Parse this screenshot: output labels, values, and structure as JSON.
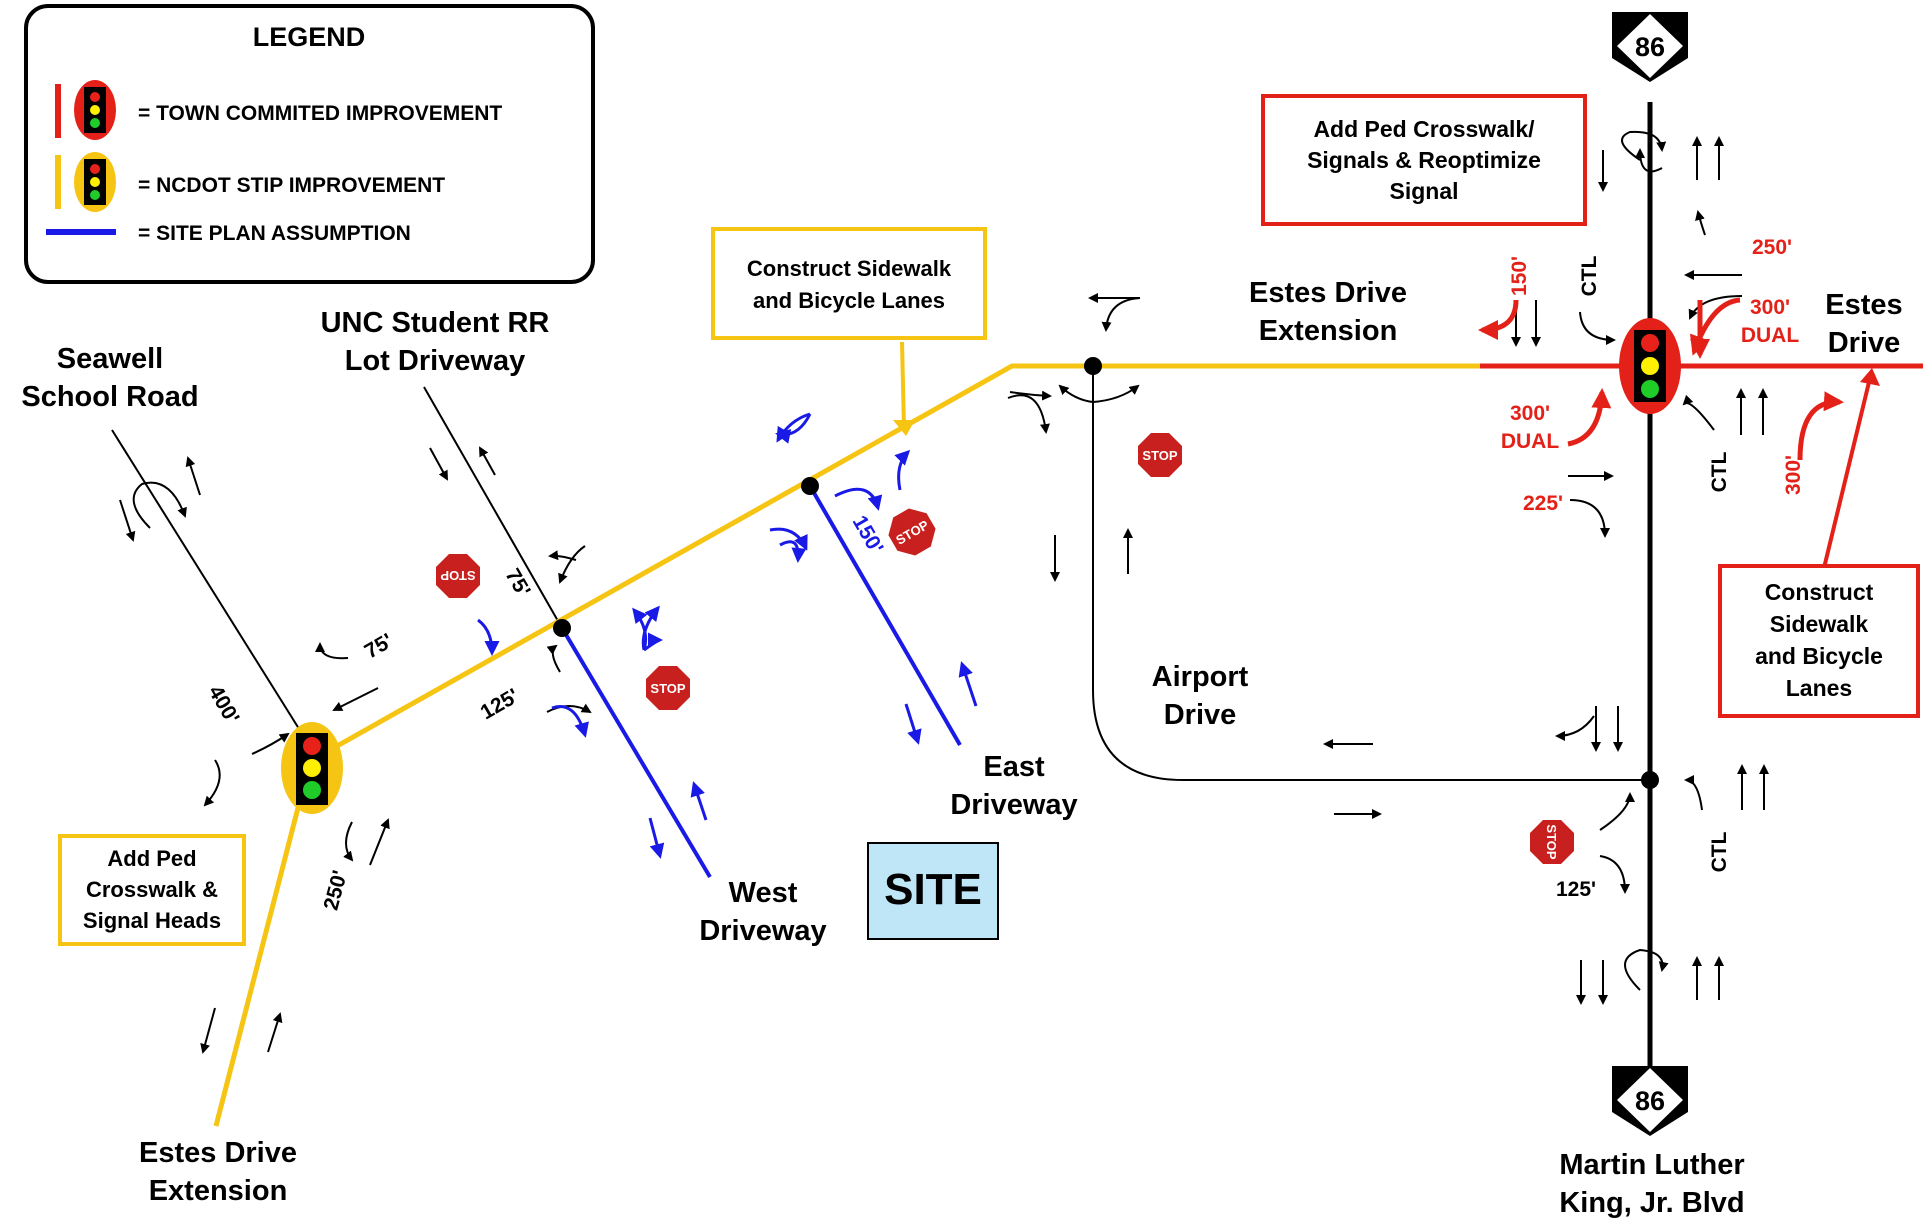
{
  "legend": {
    "title": "LEGEND",
    "items": [
      {
        "label": "= TOWN COMMITED IMPROVEMENT",
        "color": "#e32119"
      },
      {
        "label": "= NCDOT STIP IMPROVEMENT",
        "color": "#f6c413"
      },
      {
        "label": "= SITE PLAN ASSUMPTION",
        "color": "#1a1ae6"
      }
    ]
  },
  "route_shield": "86",
  "stop_sign": "STOP",
  "site_label": "SITE",
  "roads": {
    "seawell": [
      "Seawell",
      "School Road"
    ],
    "unc_rr": [
      "UNC Student RR",
      "Lot Driveway"
    ],
    "estes_ext_top": [
      "Estes Drive",
      "Extension"
    ],
    "estes_drive": [
      "Estes",
      "Drive"
    ],
    "airport": [
      "Airport",
      "Drive"
    ],
    "east_driveway": [
      "East",
      "Driveway"
    ],
    "west_driveway": [
      "West",
      "Driveway"
    ],
    "estes_ext_bottom": [
      "Estes Drive",
      "Extension"
    ],
    "mlk": [
      "Martin Luther",
      "King, Jr. Blvd"
    ]
  },
  "callouts": {
    "top_red": [
      "Add Ped Crosswalk/",
      "Signals & Reoptimize",
      "Signal"
    ],
    "right_red": [
      "Construct",
      "Sidewalk",
      "and Bicycle",
      "Lanes"
    ],
    "top_yellow": [
      "Construct Sidewalk",
      "and Bicycle Lanes"
    ],
    "left_yellow": [
      "Add Ped",
      "Crosswalk &",
      "Signal Heads"
    ]
  },
  "storage": {
    "s400": "400'",
    "s75a": "75'",
    "s250a": "250'",
    "s75b": "75'",
    "s125a": "125'",
    "s150a": "150'",
    "s150b": "150'",
    "s300dual_wb": [
      "300'",
      "DUAL"
    ],
    "s300dual_eb": [
      "300'",
      "DUAL"
    ],
    "s250b": "250'",
    "s225": "225'",
    "s300c": "300'",
    "s125b": "125'",
    "ctl": "CTL"
  },
  "colors": {
    "town": "#e32119",
    "ncdot": "#f6c413",
    "site": "#1a1ae6",
    "signal_red": "#e8221a",
    "signal_green": "#1fcc28",
    "site_box": "#bfe6f7"
  }
}
